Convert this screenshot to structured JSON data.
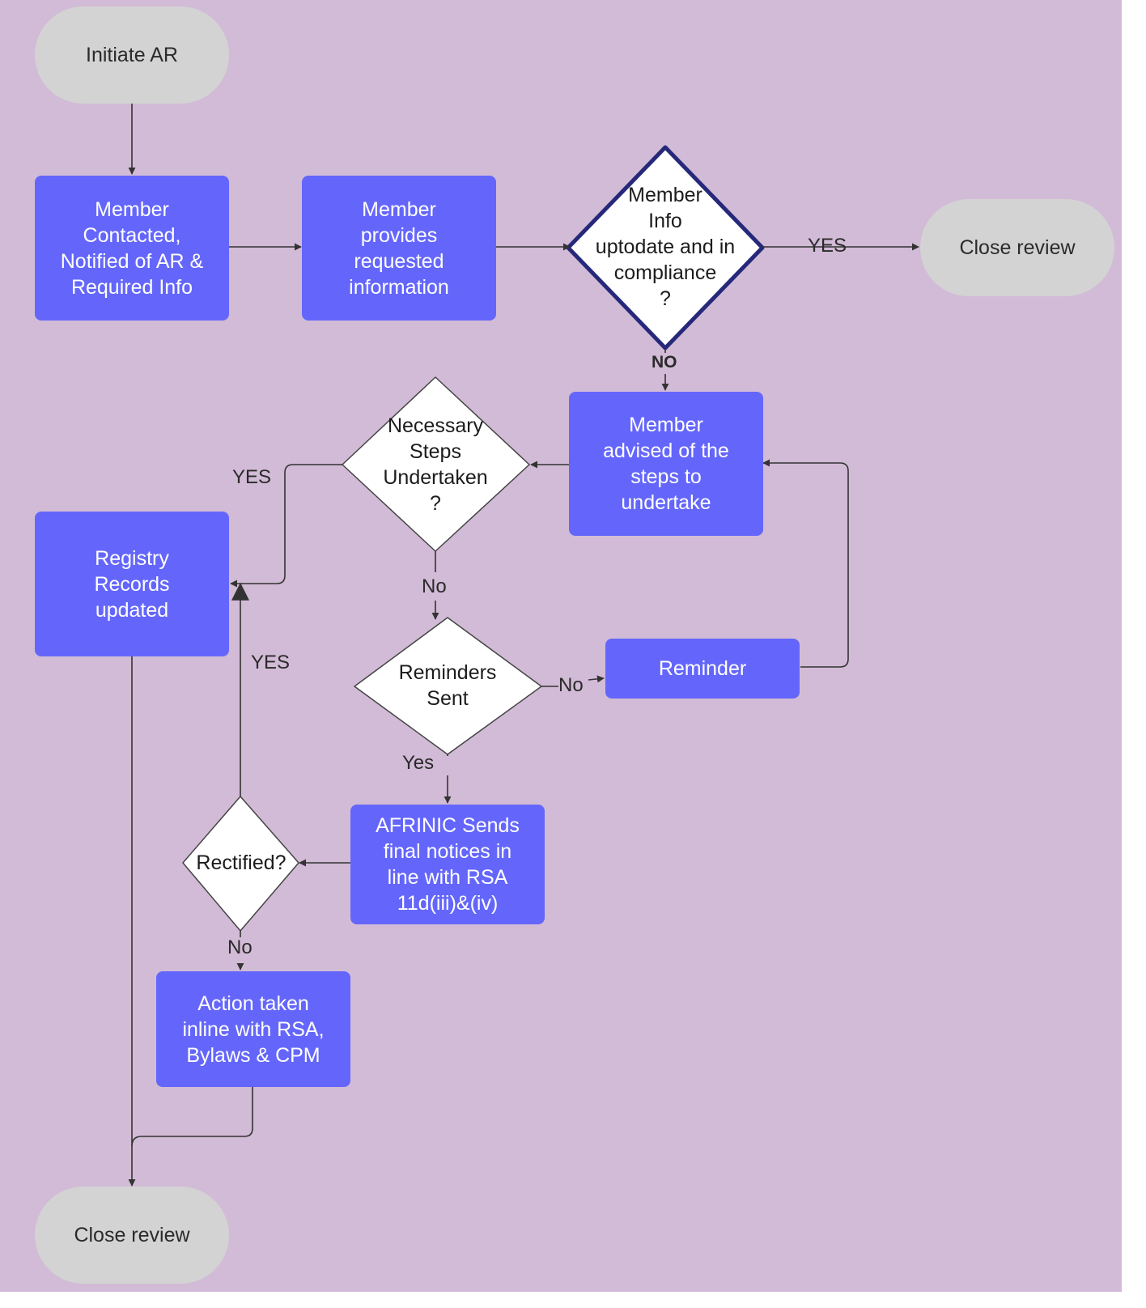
{
  "colors": {
    "background": "#d2bbd6",
    "process_fill": "#6466fb",
    "terminal_fill": "#d3d3d3",
    "decision_fill": "#ffffff",
    "decision_highlight_border": "#26287a",
    "connector": "#333333"
  },
  "nodes": {
    "initiate": "Initiate AR",
    "contacted": "Member\nContacted,\nNotified of AR &\nRequired Info",
    "provides": "Member\nprovides\nrequested\ninformation",
    "compliance": "Member\nInfo\nuptodate and in\ncompliance\n?",
    "close_top": "Close review",
    "advised": "Member\nadvised of the\nsteps to\nundertake",
    "steps": "Necessary\nSteps\nUndertaken\n?",
    "registry": "Registry\nRecords\nupdated",
    "reminders": "Reminders\nSent",
    "reminder": "Reminder",
    "afrinic": "AFRINIC Sends\nfinal notices in\nline with RSA\n11d(iii)&(iv)",
    "rectified": "Rectified?",
    "action": "Action taken\ninline with RSA,\nBylaws & CPM",
    "close_bottom": "Close review"
  },
  "edge_labels": {
    "compliance_yes": "YES",
    "compliance_no": "NO",
    "steps_yes": "YES",
    "steps_no": "No",
    "rectified_yes": "YES",
    "reminders_no": "No",
    "reminders_yes": "Yes",
    "rectified_no": "No"
  }
}
